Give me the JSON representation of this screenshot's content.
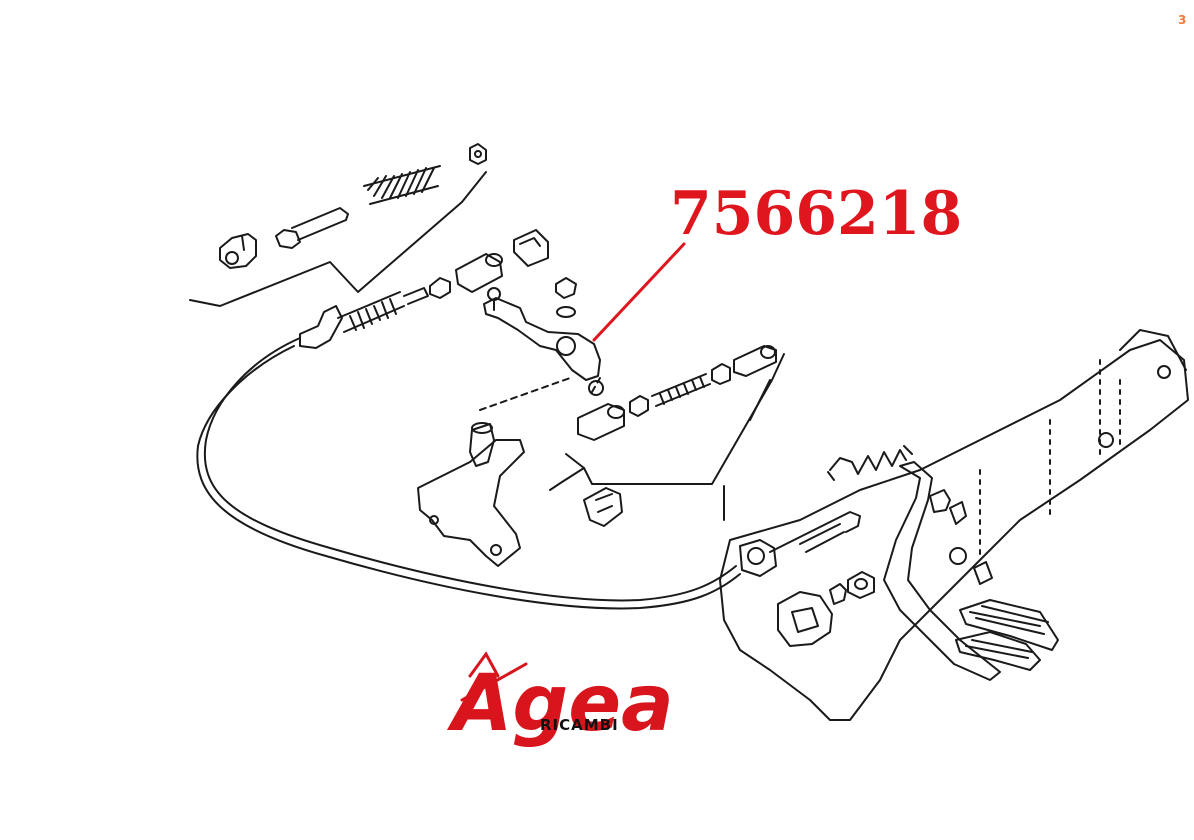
{
  "callout": {
    "part_number": "7566218",
    "color": "#e0161e"
  },
  "logo": {
    "brand": "Agea",
    "subtitle": "RICAMBI",
    "brand_color": "#d8141c"
  },
  "corner_mark": "3",
  "drawing": {
    "line_color": "#1a1a1a",
    "fill_color": "#ffffff"
  }
}
